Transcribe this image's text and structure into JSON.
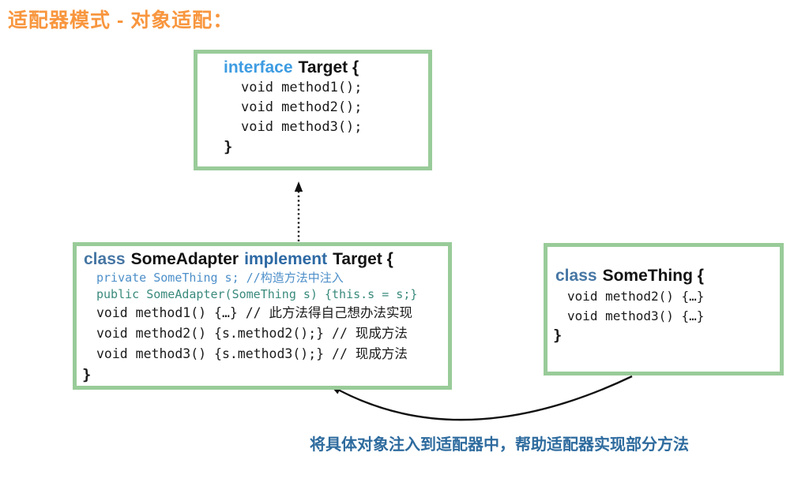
{
  "title": "适配器模式 - 对象适配：",
  "caption": "将具体对象注入到适配器中，帮助适配器实现部分方法",
  "colors": {
    "title_orange": "#F8963E",
    "box_border_green": "#99CB99",
    "interface_keyword_blue": "#3D9CE2",
    "class_keyword_blue": "#4676A4",
    "implement_keyword_blue": "#2D69A4",
    "private_line_blue": "#4D8FC9",
    "public_line_teal": "#3A8A7D",
    "caption_blue": "#2E6B9E",
    "code_black": "#1A1A1A",
    "arrow_black": "#111111"
  },
  "boxes": {
    "target": {
      "keyword": "interface",
      "title": "Target {",
      "lines": [
        "void method1();",
        "void method2();",
        "void method3();"
      ],
      "closing_brace": "}"
    },
    "adapter": {
      "keyword1": "class",
      "name": "SomeAdapter",
      "keyword2": "implement",
      "title_rest": "Target {",
      "lines": [
        "private SomeThing s; //构造方法中注入",
        "public SomeAdapter(SomeThing s) {this.s = s;}",
        "void method1() {…} // 此方法得自己想办法实现",
        "void method2() {s.method2();} // 现成方法",
        "void method3() {s.method3();} // 现成方法"
      ],
      "closing_brace": "}"
    },
    "something": {
      "keyword": "class",
      "title": "SomeThing {",
      "lines": [
        "void method2() {…}",
        "void method3() {…}"
      ],
      "closing_brace": "}"
    }
  },
  "arrows": {
    "realization": {
      "type": "dotted-arrow",
      "from": "SomeAdapter",
      "to": "Target"
    },
    "injection": {
      "type": "curved-arrow",
      "from": "SomeThing",
      "to": "SomeAdapter"
    }
  }
}
